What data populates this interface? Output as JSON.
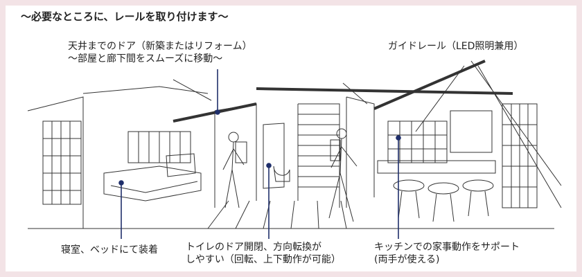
{
  "heading": "〜必要なところに、レールを取り付けます〜",
  "callouts": {
    "door_line1": "天井までのドア（新築またはリフォーム）",
    "door_line2": "〜部屋と廊下間をスムーズに移動〜",
    "guide_rail": "ガイドレール（LED照明兼用）",
    "bedroom": "寝室、ベッドにて装着",
    "toilet_line1": "トイレのドア開閉、方向転換が",
    "toilet_line2": "しやすい（回転、上下動作が可能）",
    "kitchen_line1": "キッチンでの家事動作をサポート",
    "kitchen_line2": "(両手が使える)"
  },
  "colors": {
    "frame": "#f3e3e6",
    "leader": "#1f2f6b",
    "sketch": "#333333"
  }
}
